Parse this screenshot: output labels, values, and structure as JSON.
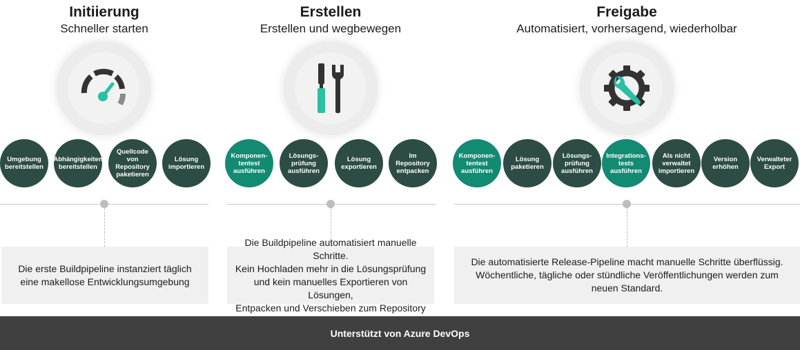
{
  "stages": [
    {
      "title": "Initiierung",
      "subtitle": "Schneller starten",
      "icon": "speedometer-icon",
      "steps": [
        "Umgebung\nbereitstellen",
        "Abhängigkeiten\nbereitstellen",
        "Quellcode\nvon\nRepository\npaketieren",
        "Lösung\nimportieren"
      ],
      "description": "Die erste Buildpipeline instanziert täglich\neine makellose Entwicklungsumgebung"
    },
    {
      "title": "Erstellen",
      "subtitle": "Erstellen und wegbewegen",
      "icon": "tools-icon",
      "steps": [
        "Komponen-\ntentest\nausführen",
        "Lösungs-\nprüfung\nausführen",
        "Lösung\nexportieren",
        "Im Repository\nentpacken"
      ],
      "description": "Die Buildpipeline automatisiert manuelle Schritte.\nKein Hochladen mehr in die Lösungsprüfung\nund kein manuelles Exportieren von Lösungen,\nEntpacken und Verschieben zum Repository"
    },
    {
      "title": "Freigabe",
      "subtitle": "Automatisiert, vorhersagend, wiederholbar",
      "icon": "gear-wrench-icon",
      "steps": [
        "Komponen-\ntentest\nausführen",
        "Lösung\npaketieren",
        "Lösungs-\nprüfung\nausführen",
        "Integrations-\ntests\nausführen",
        "Als nicht\nverwaltet\nimportieren",
        "Version\nerhöhen",
        "Verwalteter\nExport"
      ],
      "description": "Die automatisierte Release-Pipeline macht manuelle Schritte überflüssig.\nWöchentliche, tägliche oder stündliche Veröffentlichungen werden zum\nneuen Standard."
    }
  ],
  "footer": "Unterstützt von Azure DevOps",
  "colors": {
    "dark_step": "#2c4c45",
    "teal_step": "#138a72",
    "accent": "#2bbfa4",
    "footer_bg": "#404040"
  }
}
